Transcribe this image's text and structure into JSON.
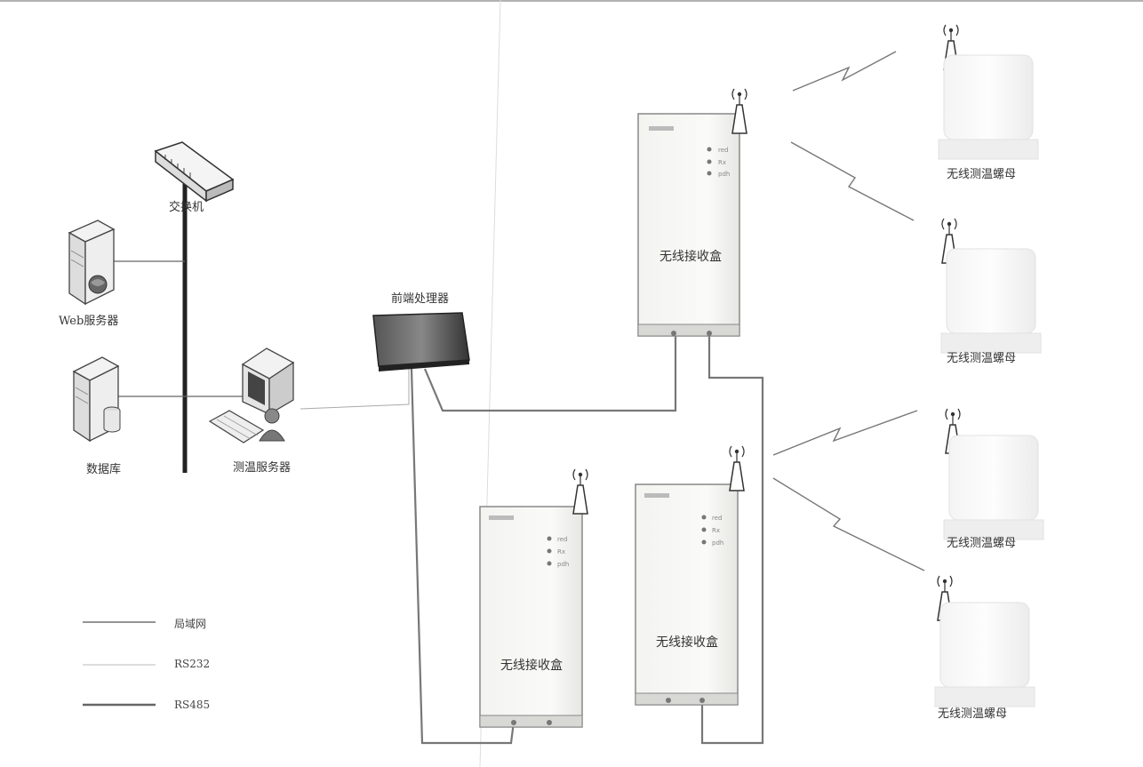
{
  "nodes": {
    "switch": "交换机",
    "web_server": "Web服务器",
    "database": "数据库",
    "temp_server": "测温服务器",
    "front_processor": "前端处理器",
    "receiver_top": "无线接收盒",
    "receiver_bottom_left": "无线接收盒",
    "receiver_bottom_right": "无线接收盒",
    "nut_1": "无线测温螺母",
    "nut_2": "无线测温螺母",
    "nut_3": "无线测温螺母",
    "nut_4": "无线测温螺母"
  },
  "receiver_leds": [
    "red",
    "Rx",
    "pdh"
  ],
  "legend": [
    {
      "label": "局域网",
      "style": "lan"
    },
    {
      "label": "RS232",
      "style": "rs232"
    },
    {
      "label": "RS485",
      "style": "rs485"
    }
  ]
}
